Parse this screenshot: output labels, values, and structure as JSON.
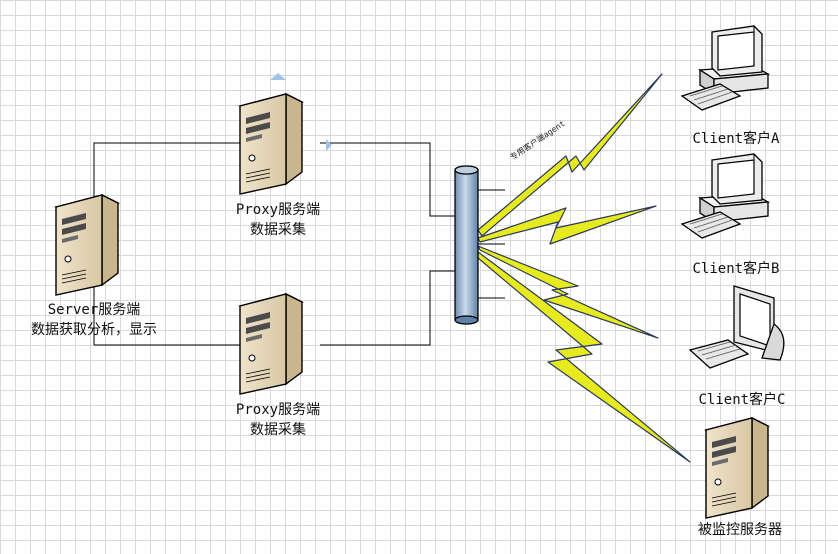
{
  "nodes": {
    "server": {
      "line1": "Server服务端",
      "line2": "数据获取分析，显示"
    },
    "proxy_top": {
      "line1": "Proxy服务端",
      "line2": "数据采集"
    },
    "proxy_bottom": {
      "line1": "Proxy服务端",
      "line2": "数据采集"
    },
    "client_a": {
      "label": "Client客户A"
    },
    "client_b": {
      "label": "Client客户B"
    },
    "client_c": {
      "label": "Client客户C"
    },
    "monitored": {
      "label": "被监控服务器"
    }
  },
  "agent_label": "专用客户端agent",
  "colors": {
    "line": "#000000",
    "bus_fill": "#9dbad6",
    "bolt_fill": "#e8ea20",
    "server_body": "#e9dcc2",
    "server_side": "#c8b896"
  }
}
